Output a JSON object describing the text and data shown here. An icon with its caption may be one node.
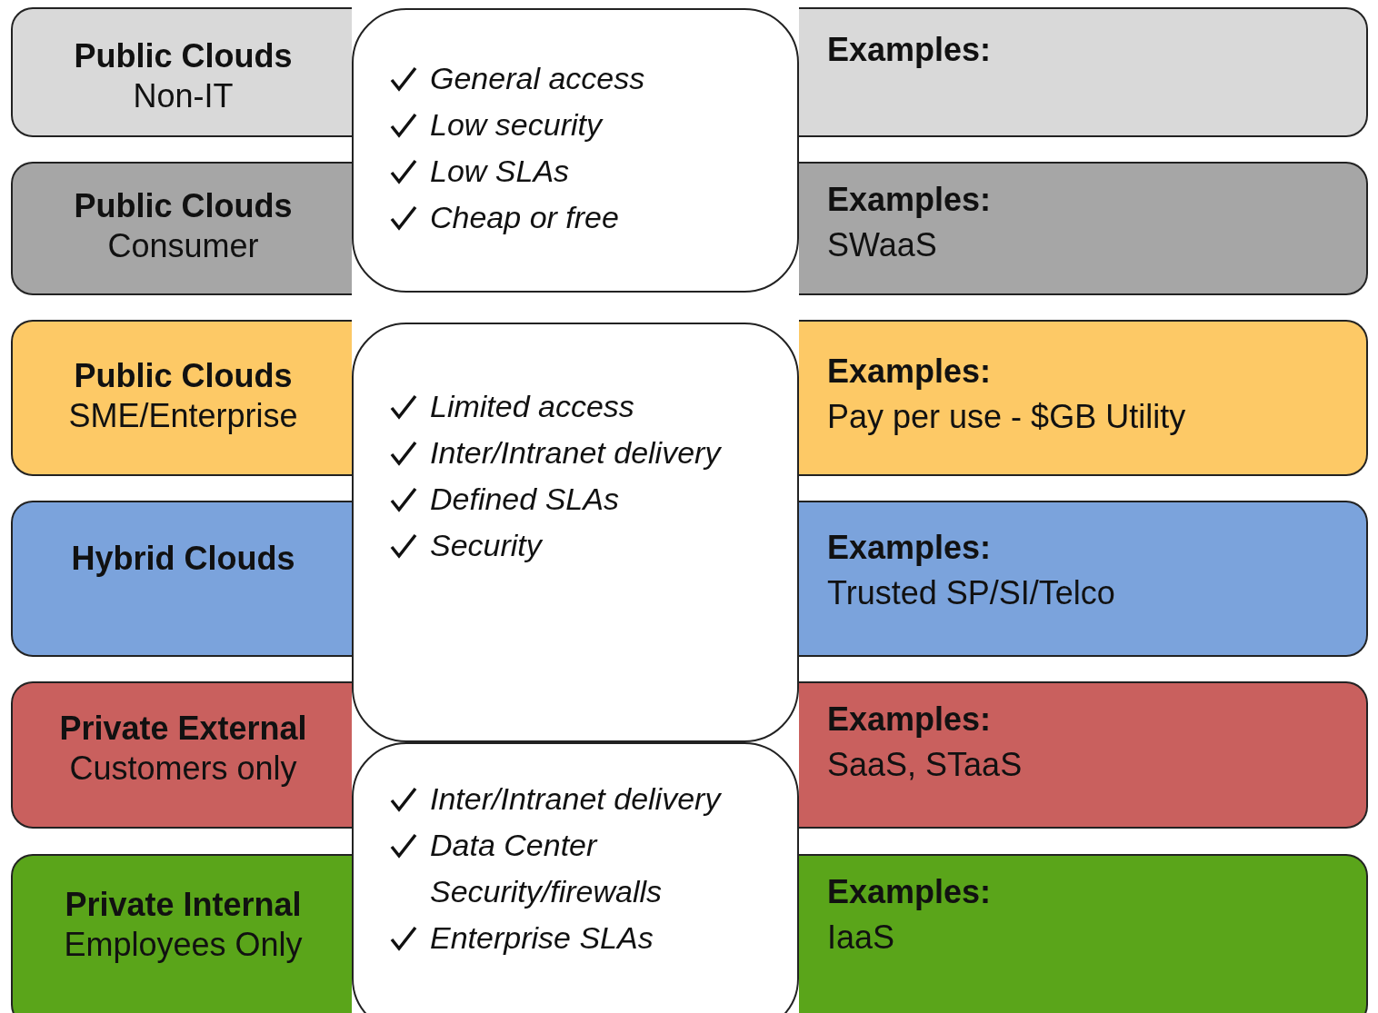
{
  "diagram": {
    "nodes": [
      {
        "text": [
          "Public Clouds",
          "Non-IT",
          "Examples:"
        ]
      },
      {
        "text": [
          "Public Clouds",
          "Consumer",
          "Examples:",
          "SWaaS"
        ]
      },
      {
        "text": [
          "Public Clouds",
          "SME/Enterprise",
          "Examples:",
          "Pay per use - $GB Utility"
        ]
      },
      {
        "text": [
          "Hybrid Clouds",
          "Examples:",
          "Trusted SP/SI/Telco"
        ]
      },
      {
        "text": [
          "Private External",
          "Customers only",
          "Examples:",
          "SaaS, STaaS"
        ]
      },
      {
        "text": [
          "Private Internal",
          "Employees Only",
          "Examples:",
          "IaaS"
        ]
      },
      {
        "text": [
          "General access",
          "Low security",
          "Low SLAs",
          "Cheap or free"
        ]
      },
      {
        "text": [
          "Limited access",
          "Inter/Intranet delivery",
          "Defined SLAs",
          "Security"
        ]
      },
      {
        "text": [
          "Inter/Intranet delivery",
          "Data Center Security/firewalls",
          "Enterprise SLAs"
        ]
      }
    ],
    "edges": []
  }
}
